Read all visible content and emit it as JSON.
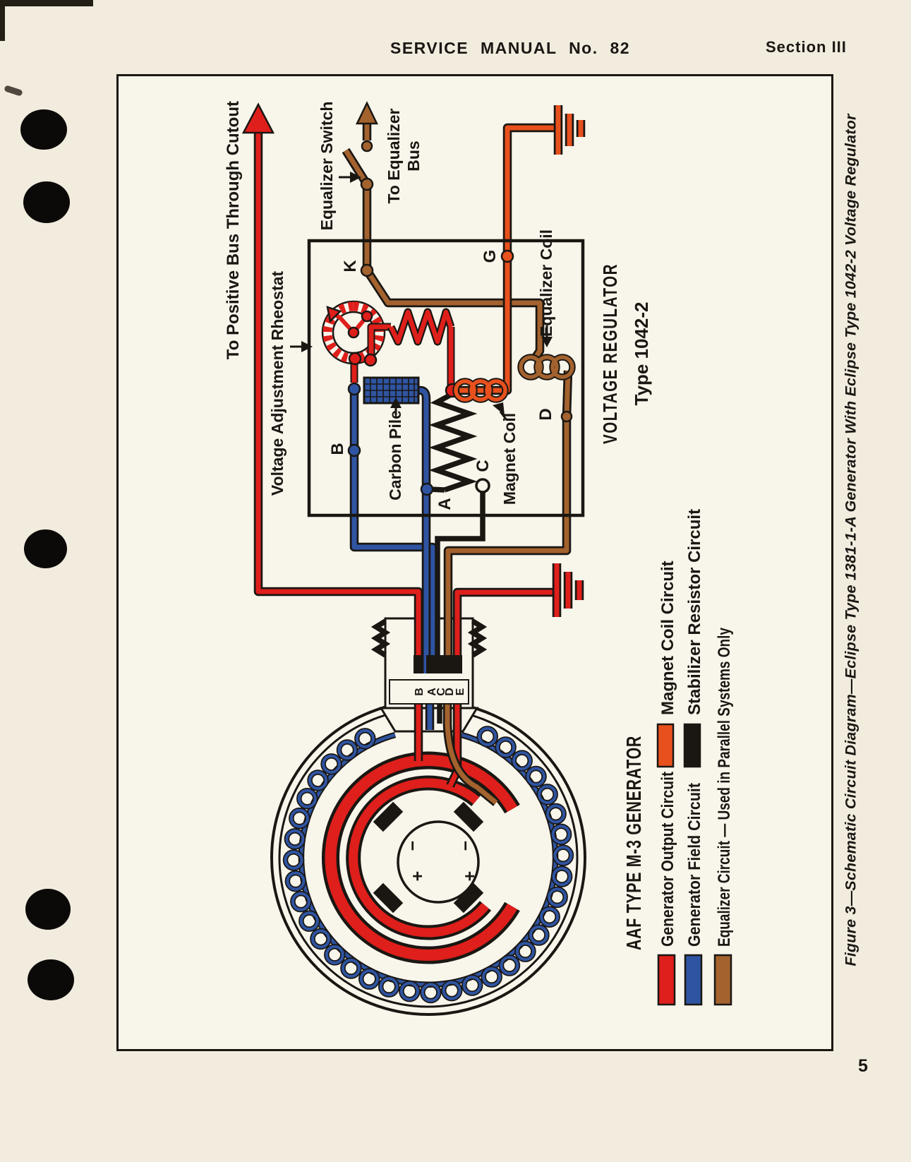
{
  "header": {
    "center": "SERVICE MANUAL No. 82",
    "right": "Section III"
  },
  "footer": {
    "page_number": "5"
  },
  "caption": "Figure 3—Schematic Circuit Diagram—Eclipse Type 1381-1-A Generator With Eclipse Type 1042-2 Voltage Regulator",
  "diagram": {
    "labels": {
      "positive_bus": "To Positive Bus Through Cutout",
      "equalizer_switch": "Equalizer Switch",
      "to_equalizer": "To Equalizer",
      "bus": "Bus",
      "rheostat": "Voltage Adjustment Rheostat",
      "carbon_pile": "Carbon Pile",
      "magnet_coil": "Magnet Coil",
      "equalizer_coil": "Equalizer Coil",
      "regulator_title": "VOLTAGE REGULATOR",
      "regulator_type": "Type 1042-2",
      "generator_title": "AAF TYPE M-3 GENERATOR"
    },
    "terminals": {
      "k": "K",
      "g": "G",
      "b": "B",
      "a": "A",
      "c": "C",
      "d": "D"
    },
    "connector_pins": [
      "B",
      "A",
      "C",
      "D",
      "E"
    ],
    "commutator_marks": {
      "minus": "−",
      "plus": "+"
    },
    "legend": {
      "items": [
        {
          "label": "Generator Output Circuit",
          "color": "#df1f1b"
        },
        {
          "label": "Magnet Coil Circuit",
          "color": "#e8511d"
        },
        {
          "label": "Generator Field Circuit",
          "color": "#2f54a2"
        },
        {
          "label": "Stabilizer Resistor Circuit",
          "color": "#1a1713"
        },
        {
          "label": "Equalizer Circuit — Used in Parallel Systems Only",
          "color": "#a3622e"
        }
      ]
    },
    "colors": {
      "generator_output": "#df1f1b",
      "magnet_coil": "#e8511d",
      "generator_field": "#2f54a2",
      "stabilizer": "#1a1713",
      "equalizer": "#a3622e",
      "paper": "#f2ecdf"
    }
  }
}
